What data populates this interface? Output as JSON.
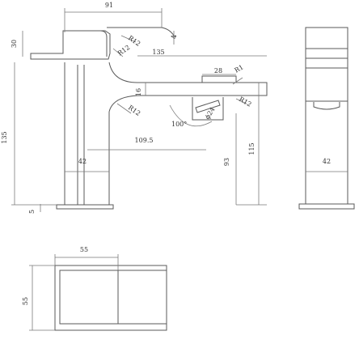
{
  "front_view": {
    "labels": {
      "width": "91",
      "height": "30",
      "thickness": "4",
      "radius_top": "R12",
      "radius_mid": "R12",
      "length": "135",
      "overall_height": "135",
      "spout_height": "115",
      "spout_length": "28",
      "radius_small": "R1",
      "radius_spout": "R12",
      "offset": "16",
      "radius_lower": "R12",
      "angle": "100°",
      "diameter": "ϕ24",
      "reach": "109.5",
      "body_width": "42",
      "under_height": "93",
      "base": "5"
    }
  },
  "side_view": {
    "labels": {
      "body_width": "42"
    }
  },
  "top_view": {
    "labels": {
      "width": "55",
      "depth": "55"
    }
  }
}
